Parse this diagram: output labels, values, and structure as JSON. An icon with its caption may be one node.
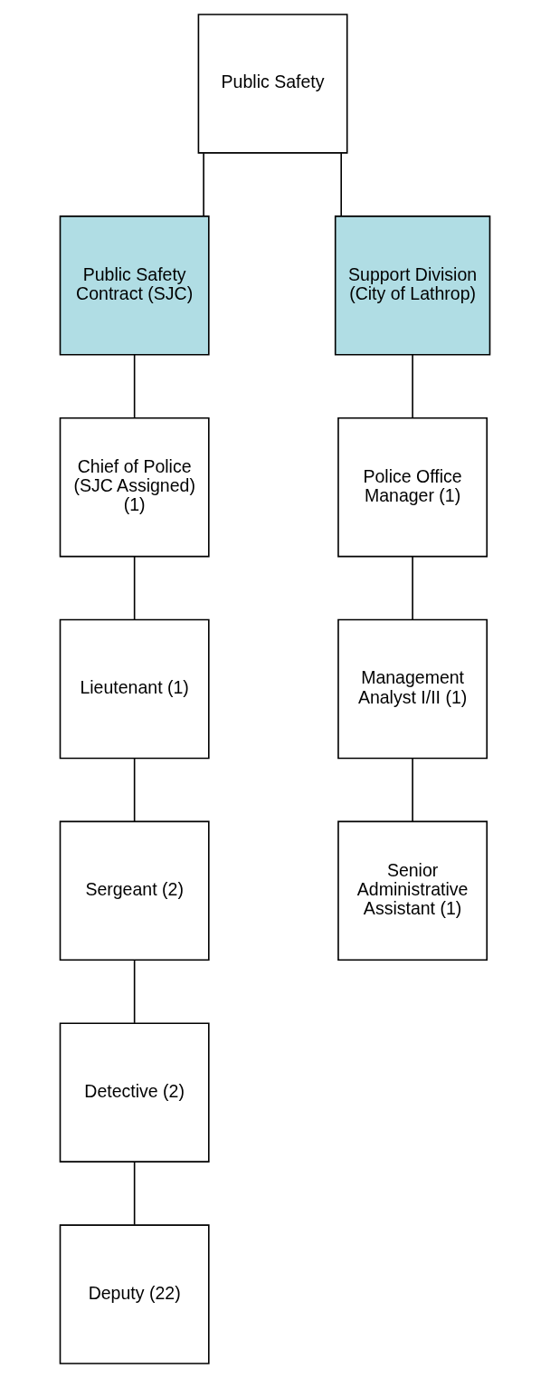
{
  "diagram": {
    "nodes": [
      {
        "text": [
          "Public Safety"
        ]
      },
      {
        "text": [
          "Public Safety Contract (SJC)"
        ]
      },
      {
        "text": [
          "Support Division (City of Lathrop)"
        ]
      },
      {
        "text": [
          "Chief of Police (SJC Assigned) (1)"
        ]
      },
      {
        "text": [
          "Police Office Manager (1)"
        ]
      },
      {
        "text": [
          "Lieutenant (1)"
        ]
      },
      {
        "text": [
          "Management Analyst I/II (1)"
        ]
      },
      {
        "text": [
          "Sergeant (2)"
        ]
      },
      {
        "text": [
          "Senior Administrative Assistant (1)"
        ]
      },
      {
        "text": [
          "Detective (2)"
        ]
      },
      {
        "text": [
          "Deputy (22)"
        ]
      }
    ],
    "edges": [
      {
        "from": 0,
        "to": 1,
        "arrow": "none"
      },
      {
        "from": 0,
        "to": 2,
        "arrow": "none"
      },
      {
        "from": 1,
        "to": 3,
        "arrow": "none"
      },
      {
        "from": 2,
        "to": 4,
        "arrow": "none"
      },
      {
        "from": 3,
        "to": 5,
        "arrow": "none"
      },
      {
        "from": 4,
        "to": 6,
        "arrow": "none"
      },
      {
        "from": 5,
        "to": 7,
        "arrow": "none"
      },
      {
        "from": 6,
        "to": 8,
        "arrow": "none"
      },
      {
        "from": 7,
        "to": 9,
        "arrow": "none"
      },
      {
        "from": 9,
        "to": 10,
        "arrow": "none"
      }
    ]
  }
}
